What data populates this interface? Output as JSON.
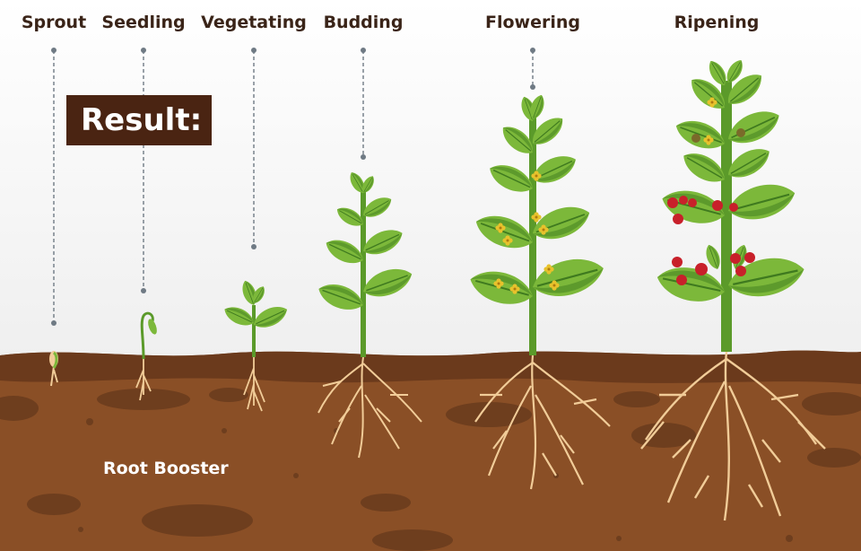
{
  "stages": [
    {
      "label": "Sprout"
    },
    {
      "label": "Seedling"
    },
    {
      "label": "Vegetating"
    },
    {
      "label": "Budding"
    },
    {
      "label": "Flowering"
    },
    {
      "label": "Ripening"
    }
  ],
  "badge": {
    "text": "Result:"
  },
  "soil": {
    "caption": "Root Booster"
  },
  "colors": {
    "soil": "#8a4f26",
    "soil_top": "#6b3a1c",
    "soil_spots": "#6e3e1e",
    "leaf": "#7cb83a",
    "leaf_dark": "#4f8a25",
    "stem": "#5b9a2a",
    "root": "#f1cc98",
    "berry": "#c8202a",
    "flower": "#e8c22c",
    "badge": "#4a2412",
    "label": "#3a2418"
  }
}
